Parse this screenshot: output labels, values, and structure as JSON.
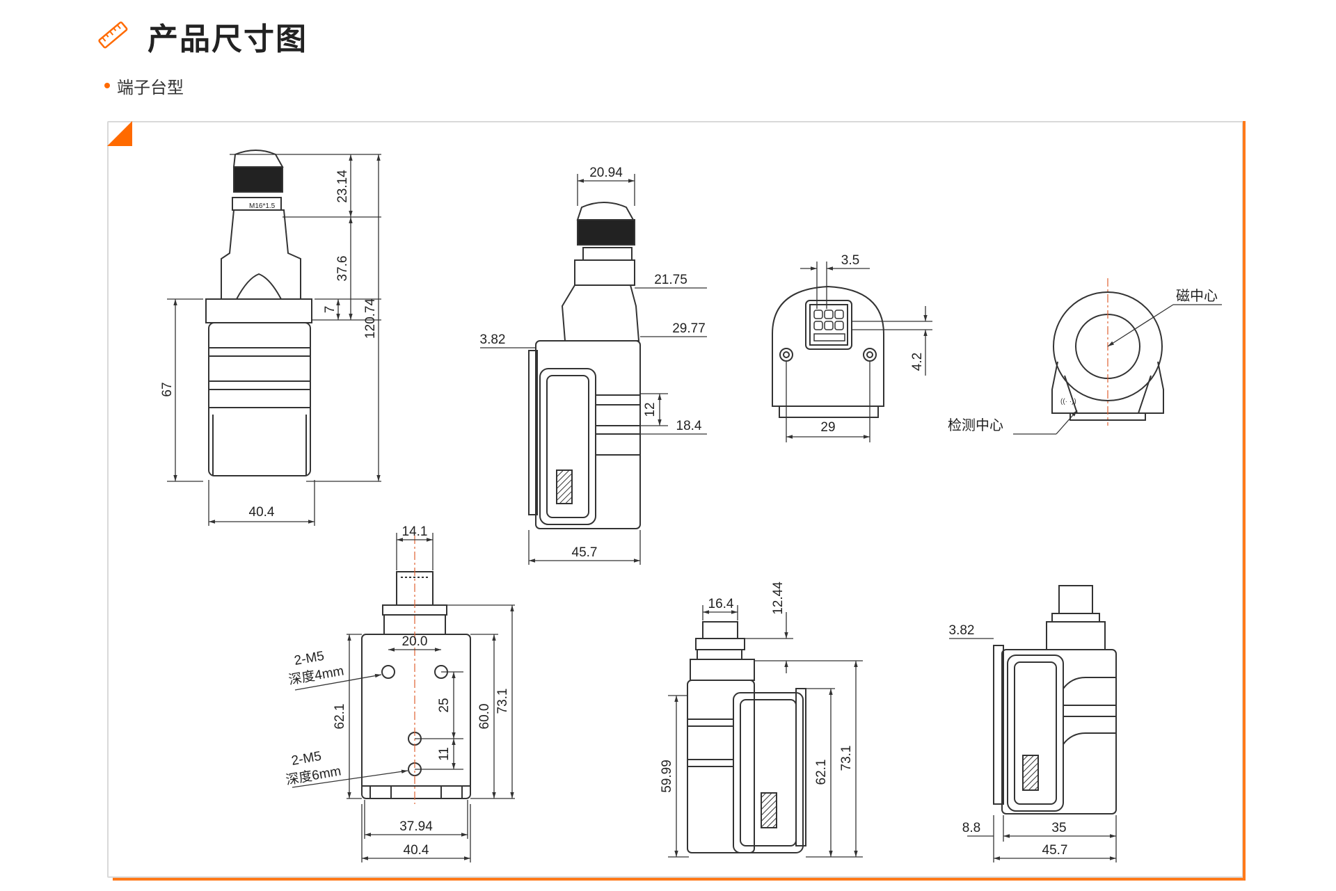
{
  "page": {
    "title": "产品尺寸图",
    "subtitle": "端子台型"
  },
  "colors": {
    "accent": "#ff6a00",
    "line": "#333333",
    "frame": "#d9d9d9"
  },
  "icons": [
    "ruler-icon"
  ],
  "views": {
    "front": {
      "dims": [
        "23.14",
        "37.6",
        "120.74",
        "7",
        "67",
        "40.4"
      ],
      "thread": "M16*1.5"
    },
    "side": {
      "dims": [
        "20.94",
        "21.75",
        "29.77",
        "3.82",
        "12",
        "18.4",
        "45.7"
      ]
    },
    "top": {
      "dims": [
        "3.5",
        "4.2",
        "29"
      ]
    },
    "sensor": {
      "magnet_center": "磁中心",
      "detect_center": "检测中心"
    },
    "bottom": {
      "dims": [
        "14.1",
        "20.0",
        "25",
        "11",
        "62.1",
        "60.0",
        "73.1",
        "37.94",
        "40.4"
      ],
      "hole1_label": "2-M5",
      "hole1_depth": "深度4mm",
      "hole2_label": "2-M5",
      "hole2_depth": "深度6mm"
    },
    "rear": {
      "dims": [
        "16.4",
        "12.44",
        "59.99",
        "62.1",
        "73.1"
      ]
    },
    "side2": {
      "dims": [
        "3.82",
        "8.8",
        "35",
        "45.7"
      ]
    }
  }
}
